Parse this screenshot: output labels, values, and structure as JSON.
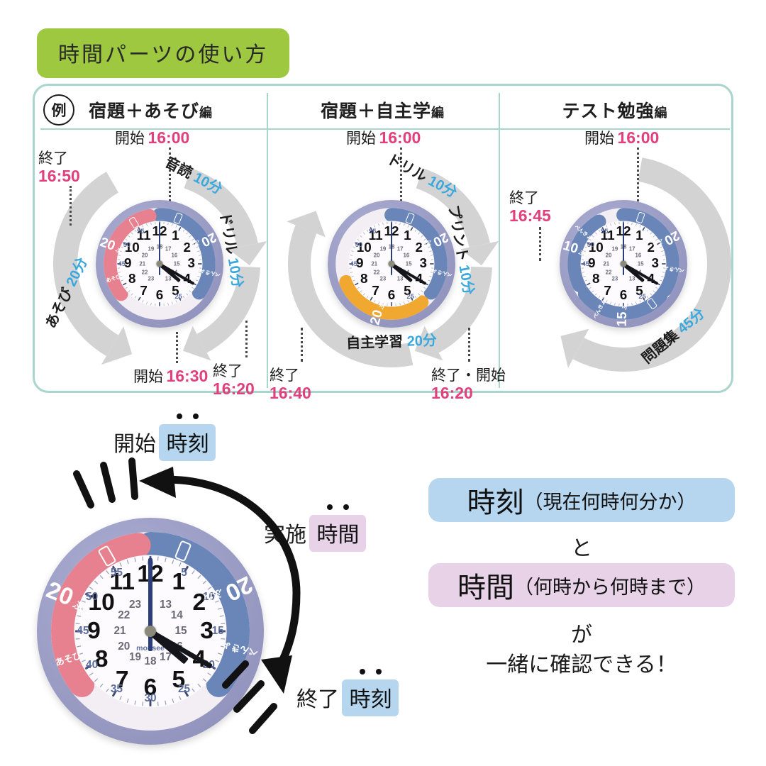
{
  "header": {
    "title": "時間パーツの使い方"
  },
  "examples": {
    "badge": "例",
    "panels": [
      {
        "title_main": "宿題＋あそび",
        "title_suffix": "編",
        "callouts": [
          {
            "name": "start-top",
            "label": "開始",
            "time": "16:00"
          },
          {
            "name": "end-left",
            "label": "終了",
            "time": "16:50"
          },
          {
            "name": "start-bottom",
            "label": "開始",
            "time": "16:30"
          },
          {
            "name": "end-right",
            "label": "終了",
            "time": "16:20"
          }
        ],
        "arcs": [
          {
            "task": "音読",
            "minutes": "10分"
          },
          {
            "task": "ドリル",
            "minutes": "10分"
          },
          {
            "task": "あそび",
            "minutes": "20分"
          }
        ],
        "clock": {
          "time": "4:20",
          "segments": [
            {
              "kana": "べんきょう",
              "value": "20",
              "unit": "ふん",
              "color": "#6a86b8",
              "icon": "pencil-icon"
            },
            {
              "kana": "あそび",
              "value": "20",
              "unit": "ふん",
              "color": "#e8818f",
              "icon": "game-icon"
            }
          ]
        }
      },
      {
        "title_main": "宿題＋自主学",
        "title_suffix": "編",
        "callouts": [
          {
            "name": "start-top",
            "label": "開始",
            "time": "16:00"
          },
          {
            "name": "end-left",
            "label": "終了",
            "time": "16:40"
          },
          {
            "name": "end-start-right",
            "label": "終了・開始",
            "time": "16:20"
          }
        ],
        "arcs": [
          {
            "task": "ドリル",
            "minutes": "10分"
          },
          {
            "task": "プリント",
            "minutes": "10分"
          },
          {
            "task": "自主学習",
            "minutes": "20分"
          }
        ],
        "clock": {
          "time": "4:20",
          "segments": [
            {
              "kana": "べんきょう",
              "value": "20",
              "unit": "ふん",
              "color": "#6a86b8",
              "icon": "pencil-icon"
            },
            {
              "kana": "",
              "value": "20",
              "unit": "ふん",
              "color": "#f0a830",
              "icon": ""
            }
          ]
        }
      },
      {
        "title_main": "テスト勉強",
        "title_suffix": "編",
        "callouts": [
          {
            "name": "start-top",
            "label": "開始",
            "time": "16:00"
          },
          {
            "name": "end-left",
            "label": "終了",
            "time": "16:45"
          }
        ],
        "arcs": [
          {
            "task": "問題集",
            "minutes": "45分"
          }
        ],
        "clock": {
          "time": "4:20",
          "segments": [
            {
              "kana": "べんきょう",
              "value": "20",
              "unit": "ふん",
              "color": "#6a86b8",
              "icon": "pencil-icon"
            },
            {
              "kana": "べんきょう",
              "value": "15",
              "unit": "ふん",
              "color": "#6a86b8",
              "icon": "pencil-icon"
            },
            {
              "kana": "べんきょう",
              "value": "10",
              "unit": "ふん",
              "color": "#6a86b8",
              "icon": ""
            }
          ]
        }
      }
    ]
  },
  "diagram": {
    "start_label": "開始",
    "start_word": "時刻",
    "duration_label": "実施",
    "duration_word": "時間",
    "end_label": "終了",
    "end_word": "時刻",
    "clock": {
      "time": "4:20",
      "brand": "monsee",
      "hours": [
        "12",
        "1",
        "2",
        "3",
        "4",
        "5",
        "6",
        "7",
        "8",
        "9",
        "10",
        "11"
      ],
      "inner_hours": [
        "13",
        "14",
        "15",
        "16",
        "17",
        "18",
        "19",
        "20",
        "21",
        "22",
        "23"
      ],
      "minute_ticks": [
        "0",
        "5",
        "10",
        "15",
        "20",
        "25",
        "30",
        "35",
        "40",
        "45",
        "50",
        "55"
      ],
      "segments": [
        {
          "kana": "べんきょう",
          "value": "20",
          "unit": "ふん",
          "color": "#6a86b8",
          "icon": "pencil-icon"
        },
        {
          "kana": "あそび",
          "value": "20",
          "unit": "ふん",
          "color": "#e8818f",
          "icon": "game-icon"
        }
      ]
    }
  },
  "explain": {
    "box1_main": "時刻",
    "box1_sub": "（現在何時何分か）",
    "conjunction": "と",
    "box2_main": "時間",
    "box2_sub": "（何時から何時まで）",
    "particle": "が",
    "conclusion": "一緒に確認できる！"
  },
  "colors": {
    "green_badge": "#9dc83f",
    "card_border": "#a8d5cc",
    "time_pink": "#e0407c",
    "minutes_blue": "#3aa8dd",
    "seg_blue": "#6a86b8",
    "seg_pink": "#e8818f",
    "seg_orange": "#f0a830",
    "bezel": "#9a9cc4",
    "highlight_blue": "#b6d6ef",
    "highlight_pink": "#e7d2e8",
    "arrow_gray": "#d3d3d3"
  }
}
